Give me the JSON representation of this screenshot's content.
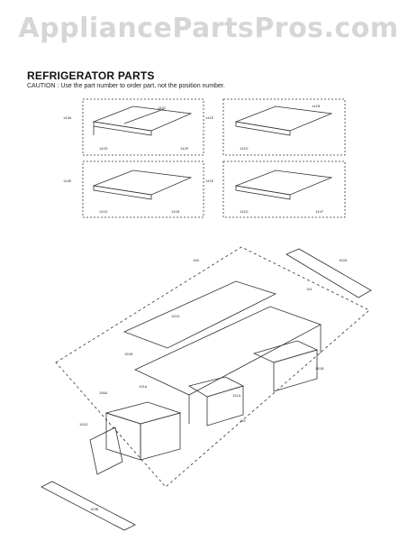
{
  "watermark": "AppliancePartsPros.com",
  "header": {
    "title": "REFRIGERATOR PARTS",
    "caution": "CAUTION : Use the part number to order part, not the position number."
  },
  "callouts": {
    "shelf_a": [
      "143A",
      "142C",
      "142D",
      "142E"
    ],
    "shelf_b": [
      "141E",
      "141B",
      "141D"
    ],
    "shelf_c": [
      "144E",
      "141D",
      "141B"
    ],
    "shelf_d": [
      "141E",
      "141D",
      "141F"
    ],
    "crisper": [
      "148",
      "152A",
      "151",
      "151D",
      "152B",
      "156A",
      "151A",
      "151A",
      "151B",
      "154",
      "151D"
    ],
    "rail": [
      "153B"
    ]
  },
  "colors": {
    "line": "#333333",
    "watermark": "#d6d6d6"
  }
}
